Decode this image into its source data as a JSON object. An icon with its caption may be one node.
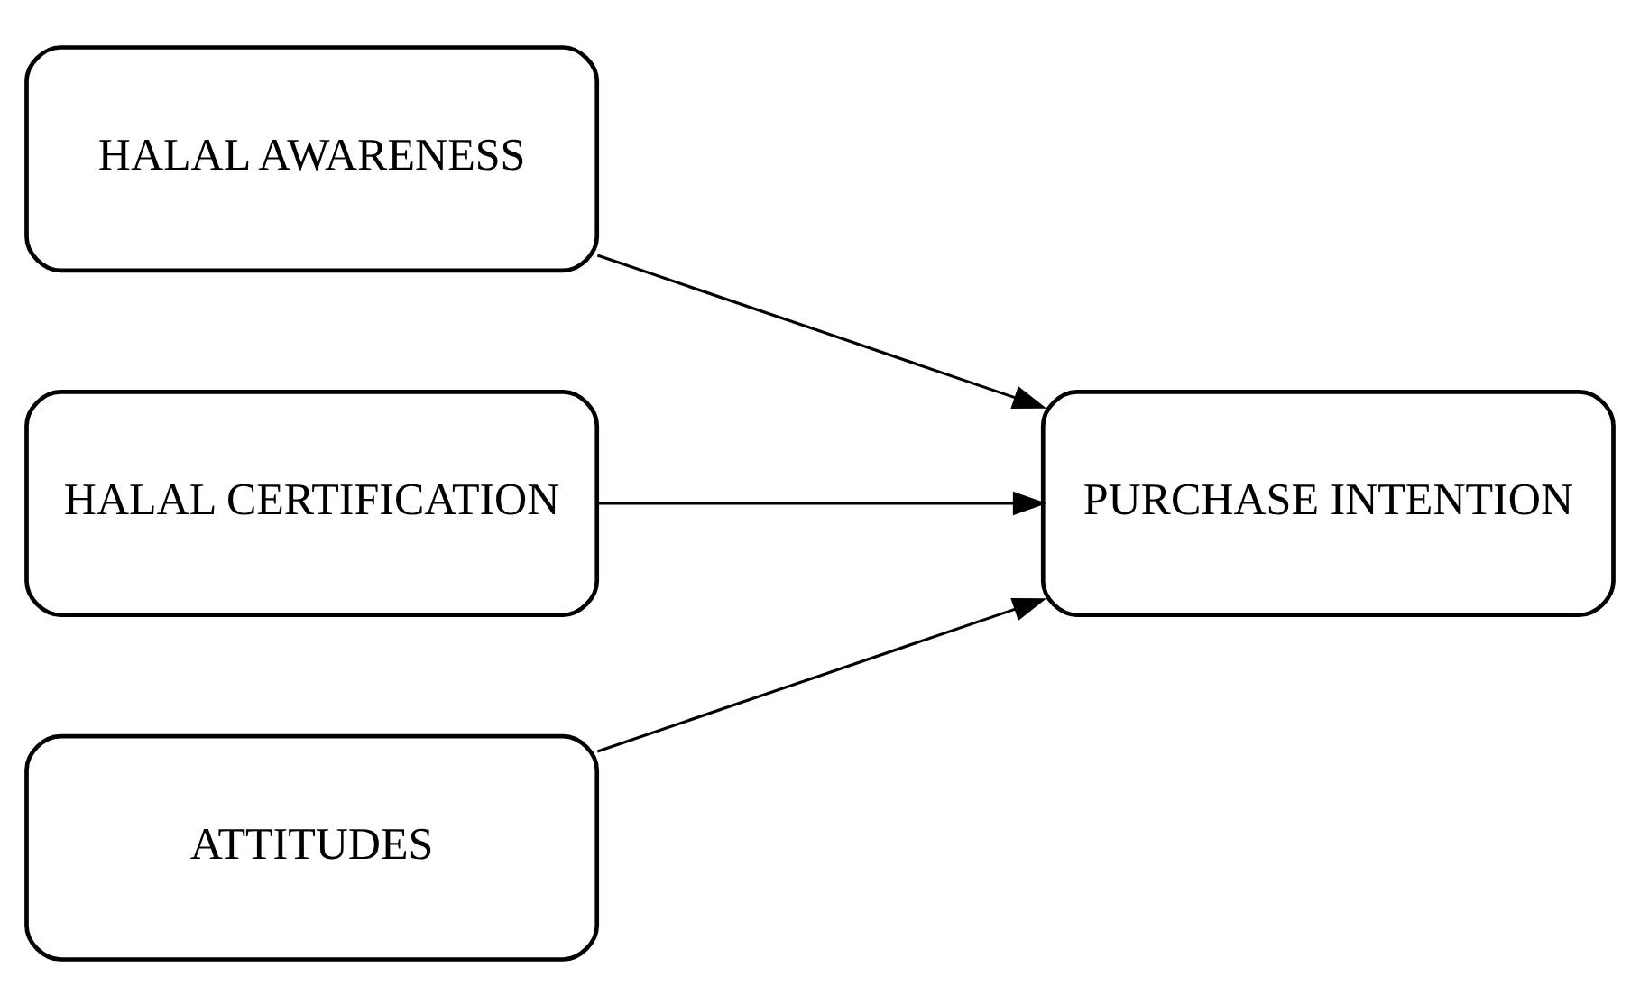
{
  "diagram": {
    "nodes": [
      {
        "text": [
          "HALAL AWARENESS"
        ]
      },
      {
        "text": [
          "HALAL CERTIFICATION"
        ]
      },
      {
        "text": [
          "ATTITUDES"
        ]
      },
      {
        "text": [
          "PURCHASE INTENTION"
        ]
      }
    ],
    "edges": [
      {
        "from": 0,
        "to": 3,
        "arrow": "to"
      },
      {
        "from": 1,
        "to": 3,
        "arrow": "to"
      },
      {
        "from": 2,
        "to": 3,
        "arrow": "to"
      }
    ]
  }
}
